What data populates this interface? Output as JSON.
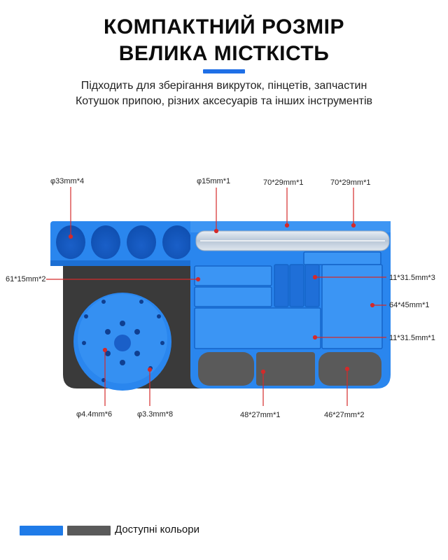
{
  "heading": {
    "line1": "КОМПАКТНИЙ РОЗМІР",
    "line2": "ВЕЛИКА МІСТКІСТЬ"
  },
  "subtitle": {
    "line1": "Підходить для зберігання викруток, пінцетів, запчастин",
    "line2": "Котушок припою, різних аксесуарів та інших інструментів"
  },
  "labels": {
    "holes_33": "φ33mm*4",
    "tube_15": "φ15mm*1",
    "slot_70_a": "70*29mm*1",
    "slot_70_b": "70*29mm*1",
    "slot_61": "61*15mm*2",
    "slot_11_a": "11*31.5mm*3",
    "slot_64": "64*45mm*1",
    "slot_11_b": "11*31.5mm*1",
    "hole_44": "φ4.4mm*6",
    "hole_33": "φ3.3mm*8",
    "pad_48": "48*27mm*1",
    "pad_46": "46*27mm*2"
  },
  "colors": {
    "label": "Доступні кольори",
    "swatches": [
      "#1f7be8",
      "#5a5a5a"
    ],
    "product_blue": "#2a86ee",
    "product_dark": "#3c3c3c",
    "accent_line": "#d42a2a"
  }
}
